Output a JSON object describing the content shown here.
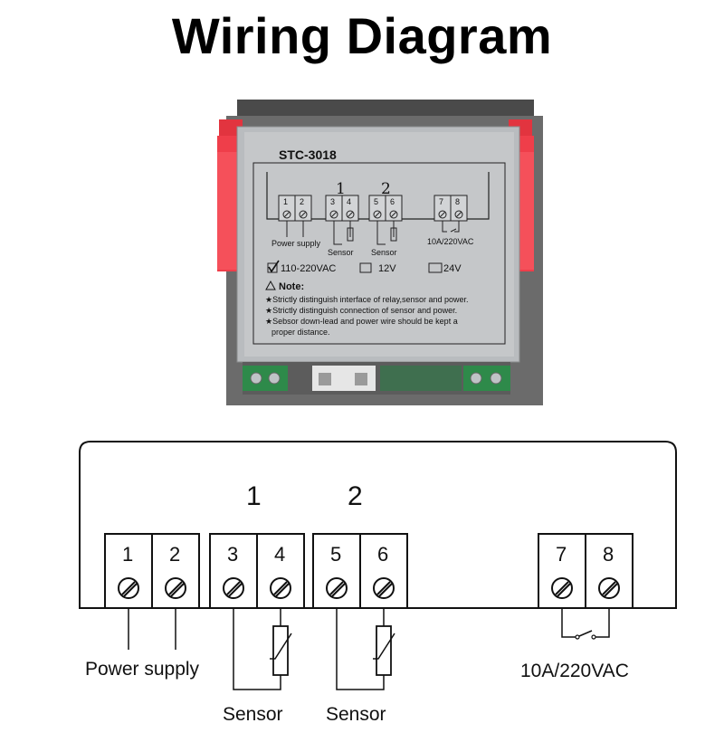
{
  "title": "Wiring Diagram",
  "photo": {
    "model": "STC-3018",
    "channel_1": "1",
    "channel_2": "2",
    "terminals": [
      "1",
      "2",
      "3",
      "4",
      "5",
      "6",
      "7",
      "8"
    ],
    "power_label": "Power supply",
    "sensor_label_1": "Sensor",
    "sensor_label_2": "Sensor",
    "relay_label": "10A/220VAC",
    "voltage_options": [
      {
        "label": "110-220VAC",
        "checked": true
      },
      {
        "label": "12V",
        "checked": false
      },
      {
        "label": "24V",
        "checked": false
      }
    ],
    "note_heading": "Note:",
    "notes": [
      "★Strictly distinguish interface of relay,sensor and power.",
      "★Strictly distinguish connection of sensor and power.",
      "★Sebsor down-lead and power wire should be kept a",
      "proper distance."
    ]
  },
  "schematic": {
    "channel_1": "1",
    "channel_2": "2",
    "terminals": [
      "1",
      "2",
      "3",
      "4",
      "5",
      "6",
      "7",
      "8"
    ],
    "power_label": "Power supply",
    "sensor_label_1": "Sensor",
    "sensor_label_2": "Sensor",
    "relay_label": "10A/220VAC"
  }
}
